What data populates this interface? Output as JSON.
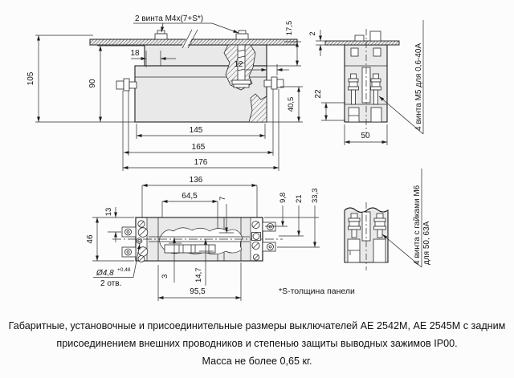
{
  "drawing": {
    "side_view": {
      "screws_label": "2 винта М4х(7+S*)",
      "dim_height_total": "105",
      "dim_height_body": "90",
      "dim_screw_offset": "18",
      "dim_terminal_offset": "12",
      "dim_panel_step": "17,5",
      "dim_terminal_height": "40,5",
      "dim_width_inner": "145",
      "dim_width_mid": "165",
      "dim_width_total": "176"
    },
    "end_view_top": {
      "dim_panel_thickness": "2",
      "dim_terminal_depth": "22",
      "dim_width": "50",
      "screws_note": "4 винта М5 для 0,6-40А"
    },
    "plan_view": {
      "dim_width_mount": "136",
      "dim_width_64_5": "64,5",
      "dim_7": "7",
      "dim_13": "13",
      "dim_depth": "46",
      "dim_3": "3",
      "dim_14_7": "14,7",
      "dim_95_5": "95,5",
      "dim_9_8": "9,8",
      "dim_21": "21",
      "dim_33_3": "33,3",
      "hole_diameter": "Ø4,8",
      "hole_tolerance": "+0,48",
      "hole_count": "2 отв."
    },
    "end_view_bottom": {
      "screws_note_line1": "4 винта с гайками М6",
      "screws_note_line2": "для 50, 63А"
    },
    "footnote": "*S-толщина панели",
    "caption_line1": "Габаритные, установочные и  присоединительные размеры выключателей АЕ 2542М, АЕ 2545М с задним",
    "caption_line2": "присоединением внешних проводников и степенью защиты выводных зажимов IP00.",
    "caption_line3": "Масса не более 0,65 кг."
  }
}
